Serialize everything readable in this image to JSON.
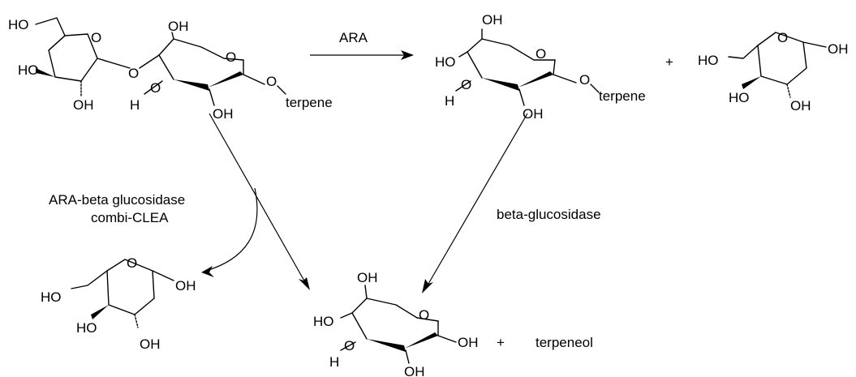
{
  "atoms": {
    "ho": "HO",
    "oh": "OH",
    "o": "O",
    "h": "H",
    "terpene": "terpene"
  },
  "arrows": {
    "ara": "ARA",
    "combi_line1": "ARA-beta glucosidase",
    "combi_line2": "combi-CLEA",
    "beta_glucosidase": "beta-glucosidase"
  },
  "products": {
    "plus": "+",
    "terpeneol": "terpeneol"
  }
}
